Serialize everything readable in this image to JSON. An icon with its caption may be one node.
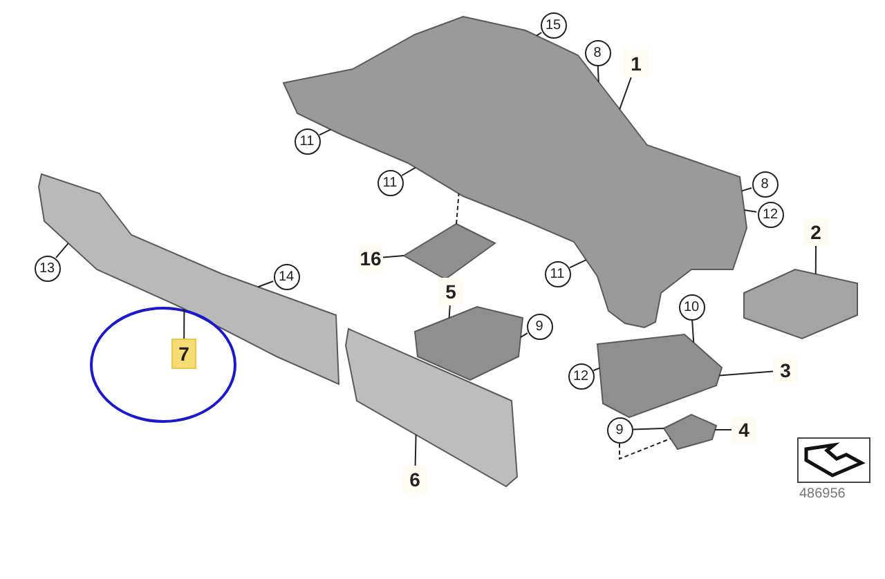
{
  "diagram": {
    "nodes": [
      {
        "text": [
          "15"
        ]
      },
      {
        "text": [
          "8"
        ]
      },
      {
        "text": [
          "1"
        ]
      },
      {
        "text": [
          "11"
        ]
      },
      {
        "text": [
          "11"
        ]
      },
      {
        "text": [
          "8"
        ]
      },
      {
        "text": [
          "12"
        ]
      },
      {
        "text": [
          "13"
        ]
      },
      {
        "text": [
          "2"
        ]
      },
      {
        "text": [
          "16"
        ]
      },
      {
        "text": [
          "11"
        ]
      },
      {
        "text": [
          "14"
        ]
      },
      {
        "text": [
          "5"
        ]
      },
      {
        "text": [
          "9"
        ]
      },
      {
        "text": [
          "7"
        ]
      },
      {
        "text": [
          "12"
        ]
      },
      {
        "text": [
          "10"
        ]
      },
      {
        "text": [
          "3"
        ]
      },
      {
        "text": [
          "9"
        ]
      },
      {
        "text": [
          "4"
        ]
      },
      {
        "text": [
          "6"
        ]
      },
      {
        "text": [],
        "shape": "picture"
      },
      {
        "text": [],
        "shape": "picture"
      },
      {
        "text": [],
        "shape": "picture"
      },
      {
        "text": [],
        "shape": "picture"
      },
      {
        "text": [],
        "shape": "picture"
      },
      {
        "text": [],
        "shape": "picture"
      },
      {
        "text": [],
        "shape": "picture"
      },
      {
        "text": [],
        "shape": "picture"
      }
    ],
    "edges": [
      {
        "from": 0,
        "to": 25,
        "arrow": "none"
      },
      {
        "from": 1,
        "to": 25,
        "arrow": "none"
      },
      {
        "from": 2,
        "to": 25,
        "arrow": "none"
      },
      {
        "from": 3,
        "to": 25,
        "arrow": "none"
      },
      {
        "from": 4,
        "to": 25,
        "arrow": "none"
      },
      {
        "from": 5,
        "to": 25,
        "arrow": "none"
      },
      {
        "from": 6,
        "to": 25,
        "arrow": "none"
      },
      {
        "from": 7,
        "to": 21,
        "arrow": "none"
      },
      {
        "from": 8,
        "to": 28,
        "arrow": "none"
      },
      {
        "from": 9,
        "to": 23,
        "arrow": "none"
      },
      {
        "from": 10,
        "to": 25,
        "arrow": "none"
      },
      {
        "from": 11,
        "to": 21,
        "arrow": "none"
      },
      {
        "from": 12,
        "to": 24,
        "arrow": "none"
      },
      {
        "from": 13,
        "to": 24,
        "arrow": "none"
      },
      {
        "from": 14,
        "to": 21,
        "arrow": "none"
      },
      {
        "from": 15,
        "to": 26,
        "arrow": "none"
      },
      {
        "from": 16,
        "to": 26,
        "arrow": "none"
      },
      {
        "from": 17,
        "to": 26,
        "arrow": "none"
      },
      {
        "from": 18,
        "to": 27,
        "arrow": "none"
      },
      {
        "from": 19,
        "to": 27,
        "arrow": "none"
      },
      {
        "from": 20,
        "to": 22,
        "arrow": "none"
      },
      {
        "from": 18,
        "to": 27,
        "arrow": "none",
        "style": "dashed"
      },
      {
        "from": 23,
        "to": 25,
        "arrow": "none",
        "style": "dashed"
      }
    ],
    "labels": [
      "486956"
    ]
  }
}
